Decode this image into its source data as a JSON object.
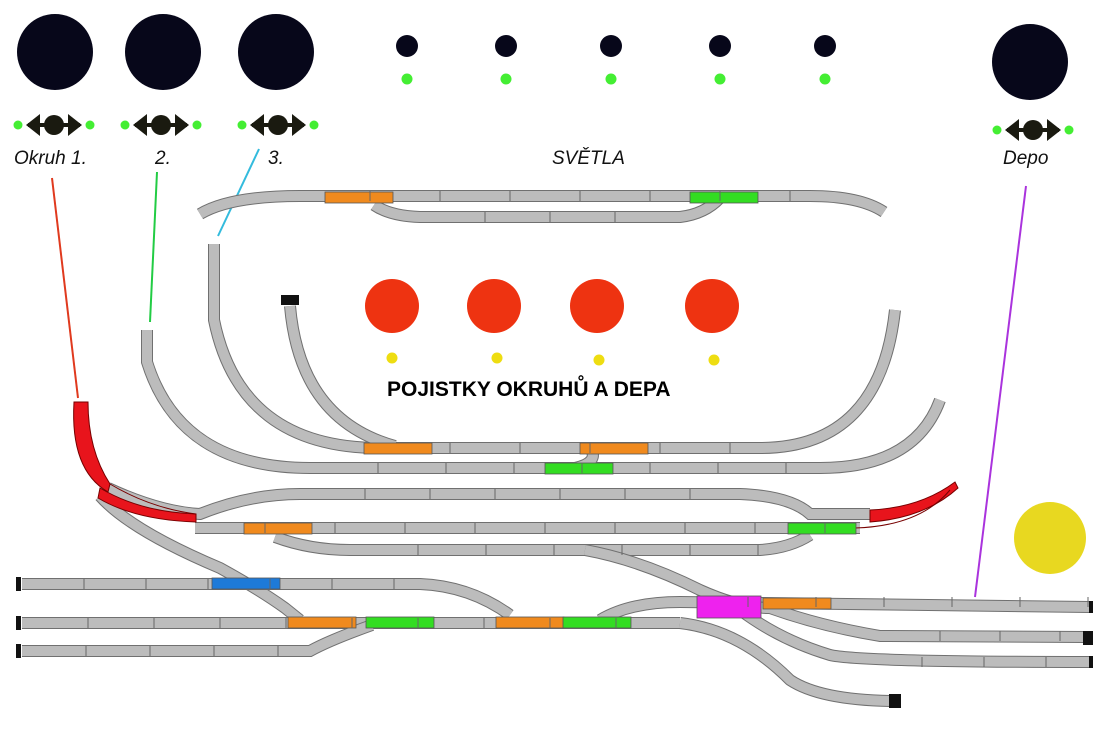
{
  "labels": {
    "okruh1": "Okruh 1.",
    "okruh2": "2.",
    "okruh3": "3.",
    "svetla": "SVĚTLA",
    "depo": "Depo",
    "pojistky": "POJISTKY OKRUHŮ A DEPA"
  },
  "icons": {
    "direction_switch": "double-arrow-reverser-icon",
    "buffer_stop": "buffer-stop-icon"
  },
  "colors": {
    "circuit_1": "#e8141c",
    "circuit_2": "#22cc44",
    "circuit_3": "#33bbdd",
    "depo": "#aa33dd",
    "turnout_orange": "#f08a1e",
    "turnout_green": "#33dd22",
    "crossing_blue": "#1e7ad8",
    "crossing_magenta": "#ee22ee",
    "fuse_red": "#ee3311",
    "fuse_yellow": "#eedd11",
    "power_yellow": "#e8d820",
    "light_green": "#44ee33",
    "track": "#bcbcbc",
    "knob": "#07071a"
  }
}
